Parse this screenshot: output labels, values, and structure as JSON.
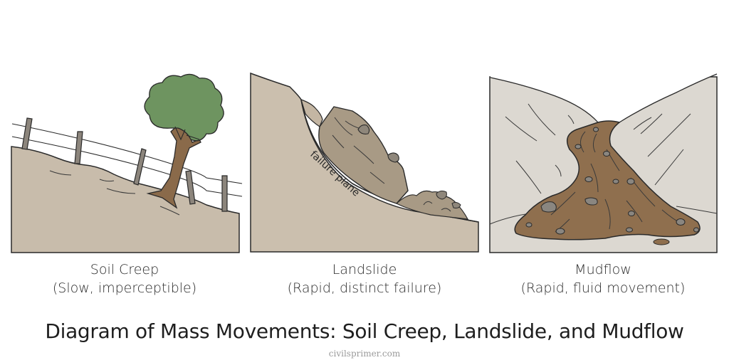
{
  "diagram": {
    "title": "Diagram of Mass Movements: Soil Creep, Landslide, and Mudflow",
    "watermark": "civilsprimer.com",
    "panels": [
      {
        "id": "soil-creep",
        "name": "Soil Creep",
        "description": "(Slow, imperceptible)",
        "elements": [
          "sloping ground",
          "tilted fence posts",
          "fence wires",
          "leaning tree"
        ],
        "colors": {
          "ground": "#c8bcab",
          "tree_canopy": "#6e9460",
          "trunk": "#8a6a4a",
          "posts": "#8c857c"
        }
      },
      {
        "id": "landslide",
        "name": "Landslide",
        "description": "(Rapid, distinct failure)",
        "label": "failure plane",
        "elements": [
          "concave slope",
          "sliding rock block",
          "debris pile",
          "curved failure plane"
        ],
        "colors": {
          "ground": "#cbbfae",
          "block": "#a89a85",
          "rocks": "#8f877b"
        }
      },
      {
        "id": "mudflow",
        "name": "Mudflow",
        "description": "(Rapid, fluid movement)",
        "elements": [
          "valley slopes",
          "channel of mud",
          "embedded rocks",
          "spreading lobe"
        ],
        "colors": {
          "slopes": "#dcd8d1",
          "mud": "#8f6f4e",
          "rocks": "#8a8680"
        }
      }
    ]
  }
}
